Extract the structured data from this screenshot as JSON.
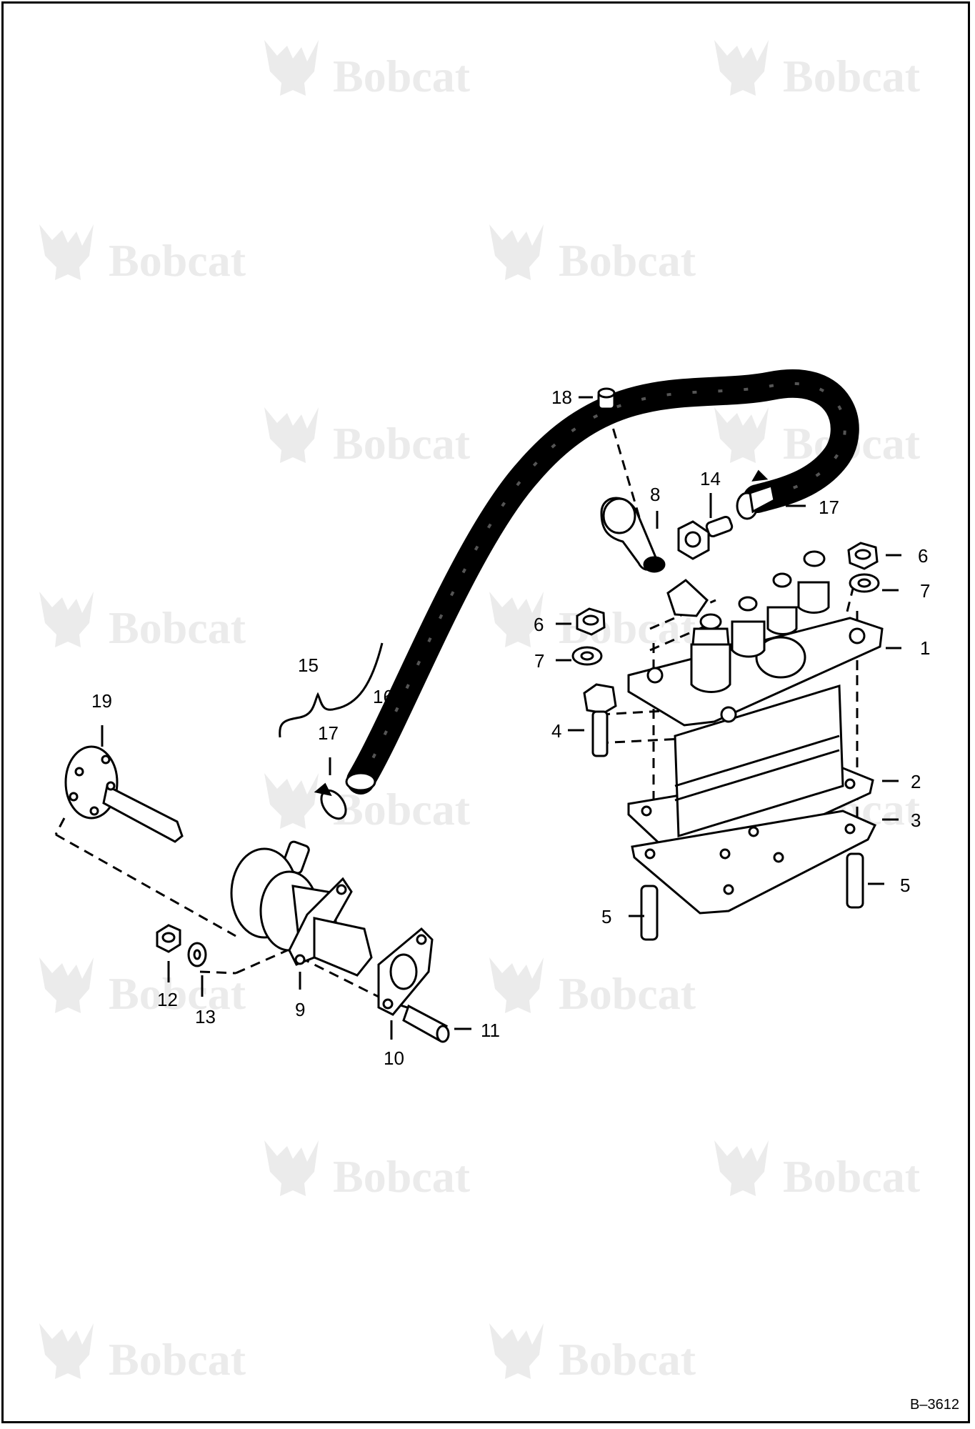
{
  "watermark": {
    "text": "Bobcat"
  },
  "callouts": {
    "c1": "1",
    "c2": "2",
    "c3": "3",
    "c4": "4",
    "c5a": "5",
    "c5b": "5",
    "c6a": "6",
    "c6b": "6",
    "c7a": "7",
    "c7b": "7",
    "c8": "8",
    "c9": "9",
    "c10": "10",
    "c11": "11",
    "c12": "12",
    "c13": "13",
    "c14": "14",
    "c15": "15",
    "c16": "16",
    "c17a": "17",
    "c17b": "17",
    "c18": "18",
    "c19": "19"
  },
  "reference": "B–3612"
}
